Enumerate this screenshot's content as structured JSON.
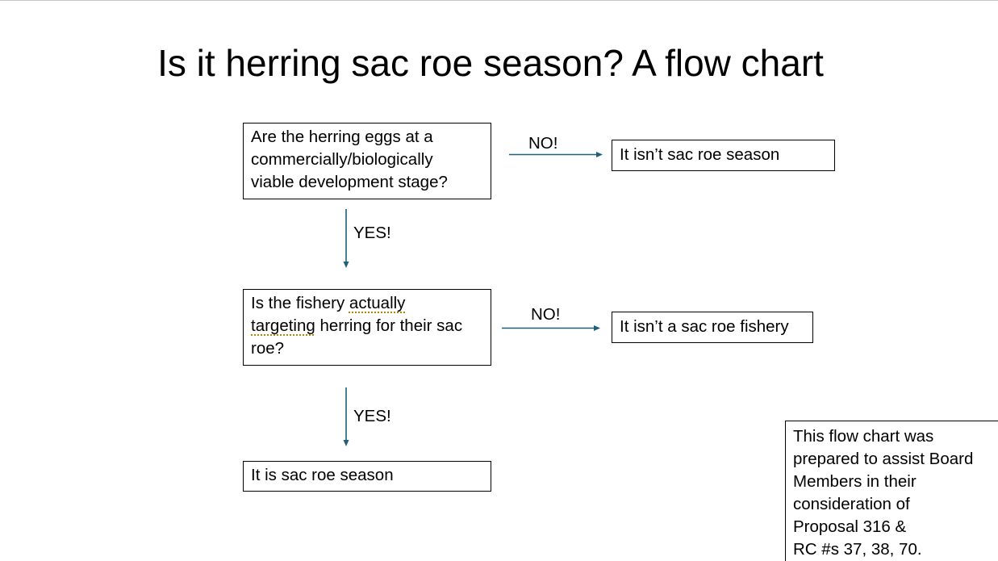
{
  "title": "Is it herring sac roe season? A flow chart",
  "q1": {
    "lines": [
      "Are the herring eggs at a",
      "commercially/biologically",
      "viable development stage?"
    ]
  },
  "q1_no_label": "NO!",
  "q1_no_result": "It isn’t sac roe season",
  "q1_yes_label": "YES!",
  "q2": {
    "line1_pre": "Is the fishery ",
    "line1_word": "actually",
    "line2_word": "targeting",
    "line2_post": " herring for their sac",
    "line3": "roe?"
  },
  "q2_no_label": "NO!",
  "q2_no_result": "It isn’t a sac roe fishery",
  "q2_yes_label": "YES!",
  "final_result": "It is sac roe season",
  "note": {
    "lines": [
      "This flow chart was",
      "prepared to assist Board",
      "Members in their",
      "consideration of",
      "Proposal 316 &",
      "RC #s 37, 38, 70."
    ]
  },
  "colors": {
    "arrow": "#1f5f7a",
    "border": "#000000"
  }
}
